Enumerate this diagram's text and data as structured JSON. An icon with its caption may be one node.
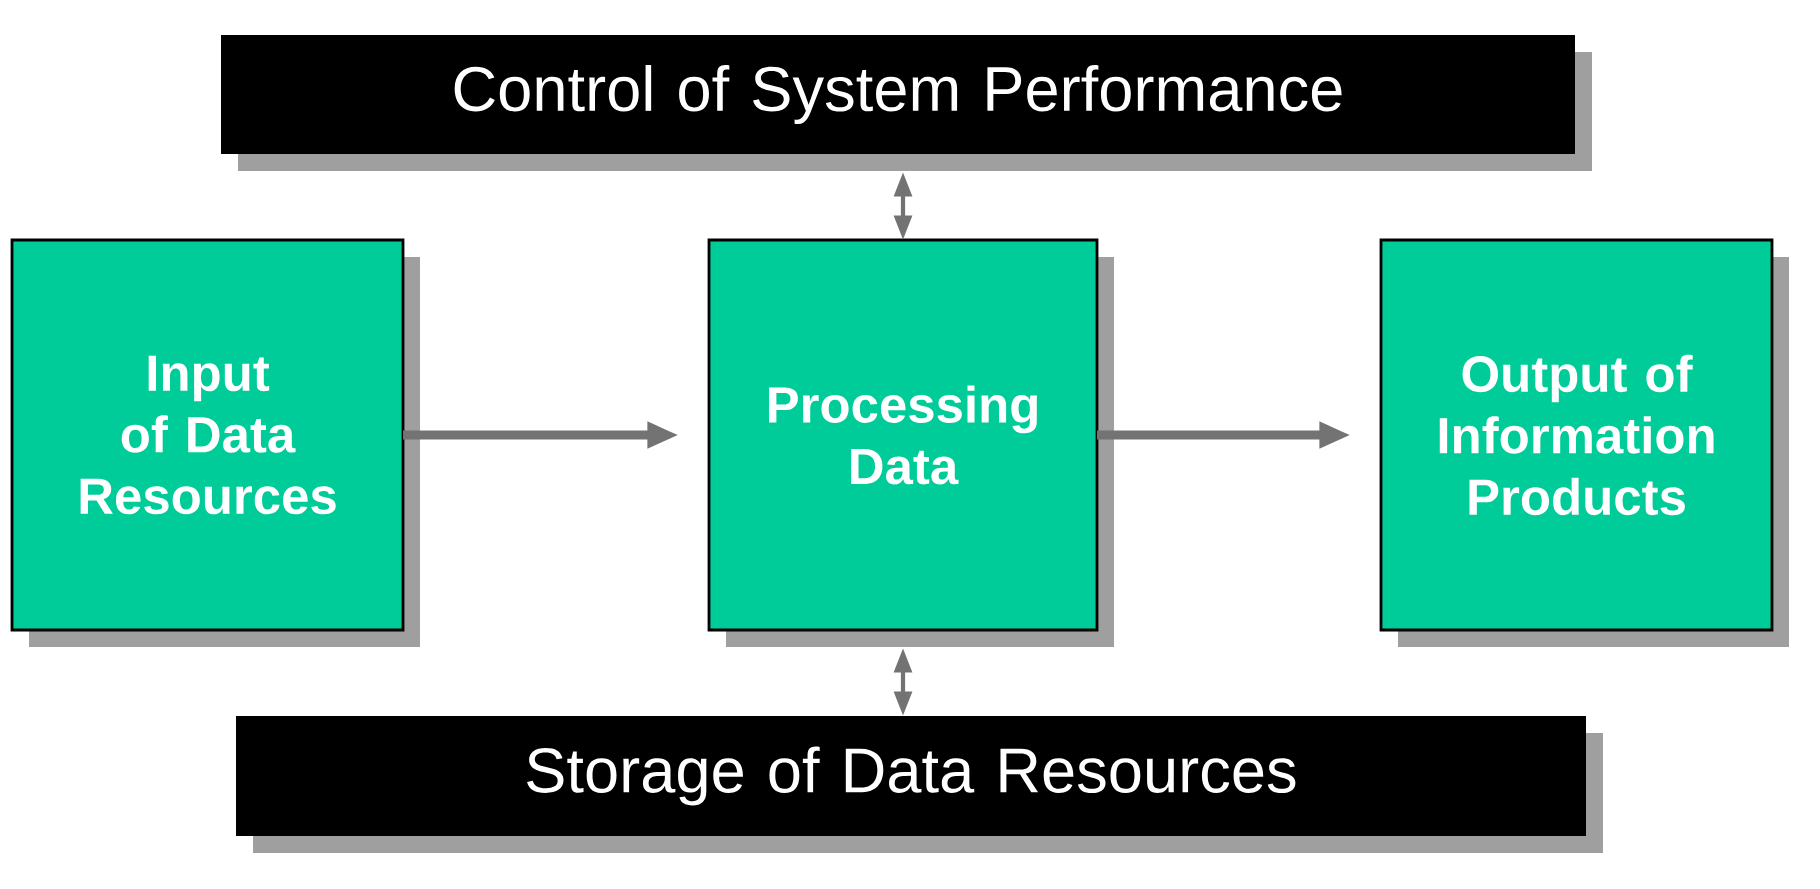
{
  "diagram": {
    "nodes": [
      {
        "text": [
          "Control of System Performance"
        ]
      },
      {
        "text": [
          "Input of Data Resources"
        ]
      },
      {
        "text": [
          "Processing Data"
        ]
      },
      {
        "text": [
          "Output of Information Products"
        ]
      },
      {
        "text": [
          "Storage of Data Resources"
        ]
      }
    ],
    "edges": [
      {
        "from": 1,
        "to": 2,
        "arrow": "to",
        "style": "thick"
      },
      {
        "from": 2,
        "to": 3,
        "arrow": "to",
        "style": "thick"
      },
      {
        "from": 0,
        "to": 2,
        "arrow": "both"
      },
      {
        "from": 2,
        "to": 4,
        "arrow": "both"
      }
    ]
  }
}
